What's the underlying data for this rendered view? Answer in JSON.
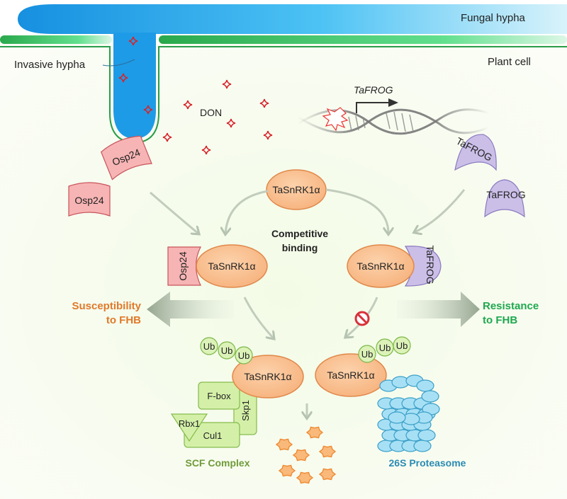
{
  "labels": {
    "fungal_hypha": "Fungal hypha",
    "plant_cell": "Plant cell",
    "invasive_hypha": "Invasive hypha",
    "don": "DON",
    "tafrog_gene": "TaFROG",
    "competitive_binding_line1": "Competitive",
    "competitive_binding_line2": "binding",
    "susceptibility_line1": "Susceptibility",
    "susceptibility_line2": "to FHB",
    "resistance_line1": "Resistance",
    "resistance_line2": "to FHB",
    "scf_complex": "SCF Complex",
    "proteasome": "26S Proteasome"
  },
  "proteins": {
    "osp24": "Osp24",
    "tafrog": "TaFROG",
    "tasnrk1a": "TaSnRK1α",
    "ub": "Ub",
    "fbox": "F-box",
    "skp1": "Skp1",
    "rbx1": "Rbx1",
    "cul1": "Cul1"
  },
  "colors": {
    "hypha_blue": "#1e9be6",
    "hypha_light": "#7fd4f8",
    "cell_wall_green": "#27a24a",
    "background": "#f4faea",
    "don_red": "#d8232a",
    "osp24_fill": "#f7b4b4",
    "osp24_stroke": "#c9545c",
    "tafrog_fill": "#cbbfe8",
    "tafrog_stroke": "#8a79c0",
    "tasnrk_fill": "#f9c08f",
    "tasnrk_stroke": "#e0884a",
    "ub_fill": "#dcf2b8",
    "ub_stroke": "#7cb84a",
    "scf_fill": "#d4f0a8",
    "scf_stroke": "#86bb4e",
    "proteasome_fill": "#a7e0f5",
    "proteasome_stroke": "#3b9fc8",
    "susceptibility_orange": "#e0792a",
    "resistance_green": "#1fa84f",
    "scf_label_green": "#6f9a3a",
    "proteasome_label_blue": "#2b8bb3",
    "fragment_orange": "#f39a4d",
    "arrow_grey": "#b9c6b4"
  }
}
